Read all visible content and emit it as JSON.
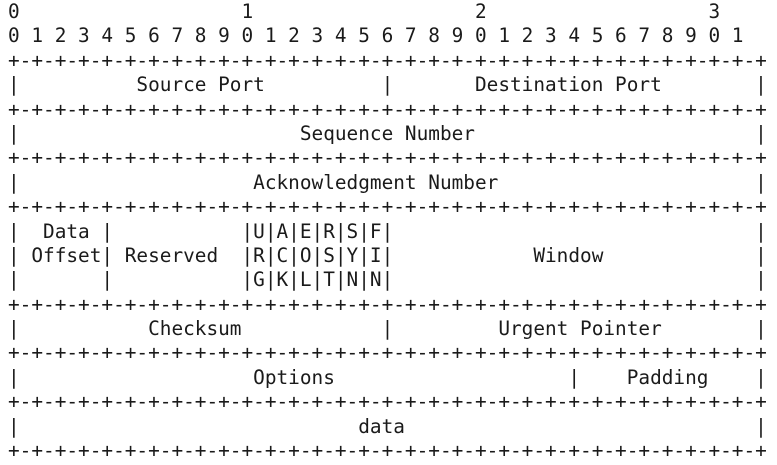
{
  "diagram": {
    "lines": [
      "0                   1                   2                   3",
      "0 1 2 3 4 5 6 7 8 9 0 1 2 3 4 5 6 7 8 9 0 1 2 3 4 5 6 7 8 9 0 1",
      "+-+-+-+-+-+-+-+-+-+-+-+-+-+-+-+-+-+-+-+-+-+-+-+-+-+-+-+-+-+-+-+-+",
      "|          Source Port          |       Destination Port        |",
      "+-+-+-+-+-+-+-+-+-+-+-+-+-+-+-+-+-+-+-+-+-+-+-+-+-+-+-+-+-+-+-+-+",
      "|                        Sequence Number                        |",
      "+-+-+-+-+-+-+-+-+-+-+-+-+-+-+-+-+-+-+-+-+-+-+-+-+-+-+-+-+-+-+-+-+",
      "|                    Acknowledgment Number                      |",
      "+-+-+-+-+-+-+-+-+-+-+-+-+-+-+-+-+-+-+-+-+-+-+-+-+-+-+-+-+-+-+-+-+",
      "|  Data |           |U|A|E|R|S|F|                               |",
      "| Offset| Reserved  |R|C|O|S|Y|I|            Window             |",
      "|       |           |G|K|L|T|N|N|                               |",
      "+-+-+-+-+-+-+-+-+-+-+-+-+-+-+-+-+-+-+-+-+-+-+-+-+-+-+-+-+-+-+-+-+",
      "|           Checksum            |         Urgent Pointer        |",
      "+-+-+-+-+-+-+-+-+-+-+-+-+-+-+-+-+-+-+-+-+-+-+-+-+-+-+-+-+-+-+-+-+",
      "|                    Options                    |    Padding    |",
      "+-+-+-+-+-+-+-+-+-+-+-+-+-+-+-+-+-+-+-+-+-+-+-+-+-+-+-+-+-+-+-+-+",
      "|                             data                              |",
      "+-+-+-+-+-+-+-+-+-+-+-+-+-+-+-+-+-+-+-+-+-+-+-+-+-+-+-+-+-+-+-+-+"
    ]
  }
}
